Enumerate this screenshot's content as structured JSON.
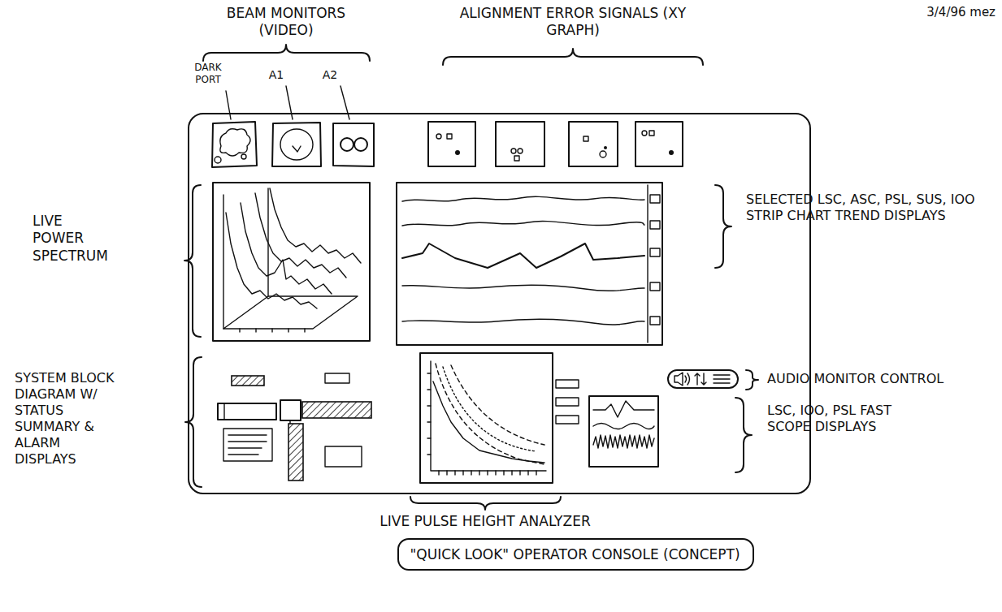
{
  "diagram": {
    "nodes": [
      {
        "text": [
          "\"QUICK LOOK\" OPERATOR CONSOLE (CONCEPT)"
        ]
      }
    ],
    "labels": [
      "3/4/96 mez",
      "BEAM MONITORS (VIDEO)",
      "DARK PORT",
      "A1",
      "A2",
      "ALIGNMENT ERROR SIGNALS (XY GRAPH)",
      "LIVE POWER SPECTRUM",
      "SELECTED LSC, ASC, PSL, SUS, IOO STRIP CHART TREND DISPLAYS",
      "AUDIO MONITOR CONTROL",
      "LSC, IOO, PSL FAST SCOPE DISPLAYS",
      "SYSTEM BLOCK DIAGRAM W/ STATUS SUMMARY & ALARM DISPLAYS",
      "LIVE PULSE HEIGHT ANALYZER"
    ]
  }
}
